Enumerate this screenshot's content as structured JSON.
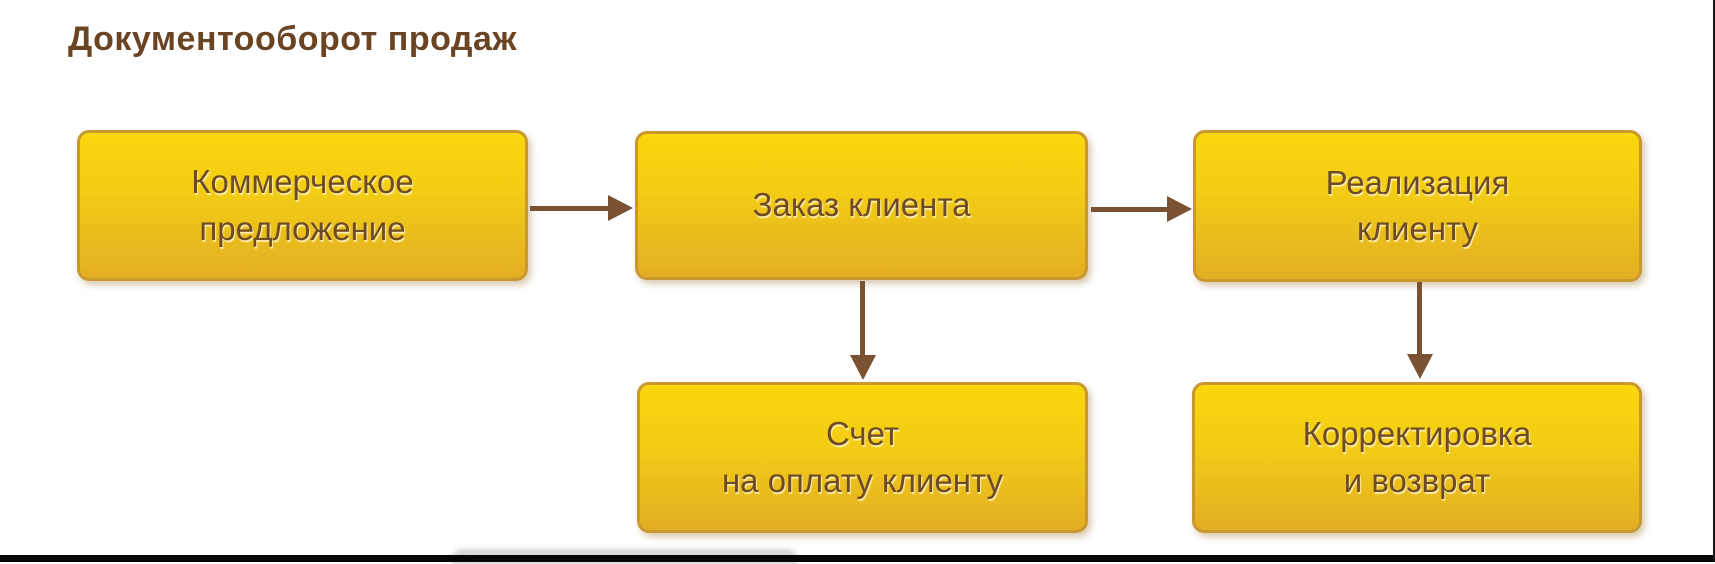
{
  "title": "Документооборот продаж",
  "diagram": {
    "nodes": [
      {
        "id": "commercial-proposal",
        "label": "Коммерческое\nпредложение"
      },
      {
        "id": "customer-order",
        "label": "Заказ клиента"
      },
      {
        "id": "sales-to-customer",
        "label": "Реализация\nклиенту"
      },
      {
        "id": "payment-invoice",
        "label": "Счет\nна оплату клиенту"
      },
      {
        "id": "adjustment-and-return",
        "label": "Корректировка\nи возврат"
      }
    ],
    "edges": [
      {
        "from": "commercial-proposal",
        "to": "customer-order",
        "direction": "right"
      },
      {
        "from": "customer-order",
        "to": "sales-to-customer",
        "direction": "right"
      },
      {
        "from": "customer-order",
        "to": "payment-invoice",
        "direction": "down"
      },
      {
        "from": "sales-to-customer",
        "to": "adjustment-and-return",
        "direction": "down"
      }
    ]
  },
  "colors": {
    "node_fill_top": "#F8D80E",
    "node_fill_bottom": "#E3AE24",
    "node_border": "#C9982E",
    "node_text": "#6E4B26",
    "arrow": "#7A5231",
    "title_text": "#6B4423",
    "page_bg": "#FFFFFF"
  }
}
